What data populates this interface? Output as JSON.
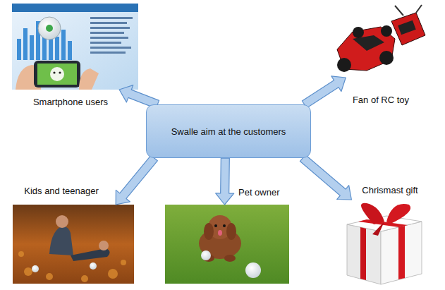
{
  "diagram": {
    "nodes": [
      {
        "text": [
          "Smartphone users"
        ]
      },
      {
        "text": [
          "Fan of RC toy"
        ]
      },
      {
        "text": [
          "Swalle aim at the customers"
        ]
      },
      {
        "text": [
          "Kids and teenager"
        ]
      },
      {
        "text": [
          "Pet owner"
        ]
      },
      {
        "text": [
          "Chrismast gift"
        ]
      }
    ],
    "edges": [
      {
        "from": 2,
        "to": 0,
        "arrow": "to"
      },
      {
        "from": 2,
        "to": 1,
        "arrow": "to"
      },
      {
        "from": 2,
        "to": 3,
        "arrow": "to"
      },
      {
        "from": 2,
        "to": 4,
        "arrow": "to"
      },
      {
        "from": 2,
        "to": 5,
        "arrow": "to"
      }
    ]
  }
}
